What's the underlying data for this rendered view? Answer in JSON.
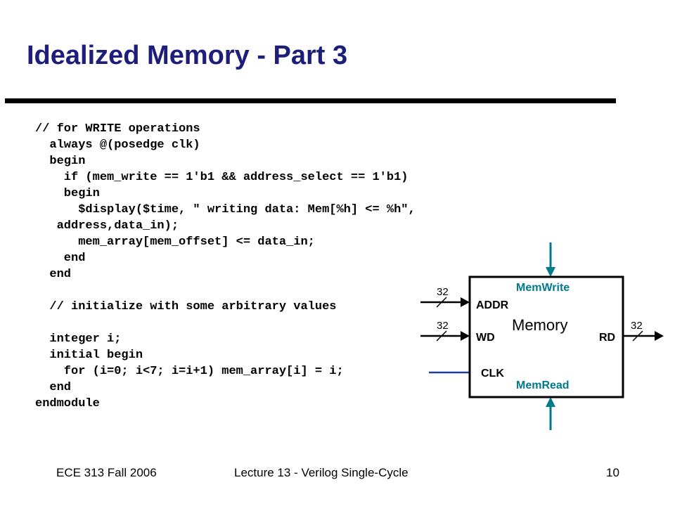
{
  "slide": {
    "title": "Idealized Memory - Part 3",
    "code_lines": [
      "// for WRITE operations",
      "  always @(posedge clk)",
      "  begin",
      "    if (mem_write == 1'b1 && address_select == 1'b1)",
      "    begin",
      "      $display($time, \" writing data: Mem[%h] <= %h\",",
      "   address,data_in);",
      "      mem_array[mem_offset] <= data_in;",
      "    end",
      "  end",
      "",
      "  // initialize with some arbitrary values",
      "",
      "  integer i;",
      "  initial begin",
      "    for (i=0; i<7; i=i+1) mem_array[i] = i;",
      "  end",
      "endmodule"
    ]
  },
  "diagram": {
    "block_label": "Memory",
    "mem_write_label": "MemWrite",
    "mem_read_label": "MemRead",
    "addr_label": "ADDR",
    "wd_label": "WD",
    "rd_label": "RD",
    "clk_label": "CLK",
    "addr_width": "32",
    "wd_width": "32",
    "rd_width": "32",
    "colors": {
      "control": "#007a8c",
      "clock_wire": "#1f3f9f",
      "ink": "#000000"
    }
  },
  "footer": {
    "course": "ECE 313 Fall 2006",
    "lecture": "Lecture 13 - Verilog Single-Cycle",
    "page_number": "10"
  }
}
